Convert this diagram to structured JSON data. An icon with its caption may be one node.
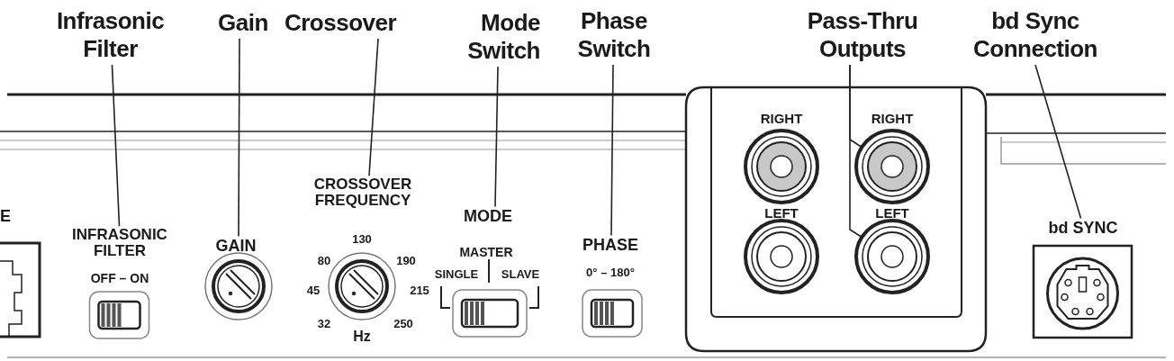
{
  "diagram": {
    "nodes": [
      {
        "text": [
          "Infrasonic Filter"
        ]
      },
      {
        "text": [
          "Gain"
        ]
      },
      {
        "text": [
          "Crossover"
        ]
      },
      {
        "text": [
          "Mode Switch"
        ]
      },
      {
        "text": [
          "Phase Switch"
        ]
      },
      {
        "text": [
          "Pass-Thru Outputs"
        ]
      },
      {
        "text": [
          "bd Sync Connection"
        ]
      },
      {
        "text": [],
        "shape": "switch",
        "beside": [
          "INFRASONIC FILTER",
          "OFF – ON"
        ]
      },
      {
        "text": [],
        "shape": "knob",
        "beside": [
          "GAIN"
        ]
      },
      {
        "text": [],
        "shape": "knob",
        "beside": [
          "CROSSOVER FREQUENCY",
          "130",
          "80",
          "190",
          "45",
          "215",
          "32",
          "Hz",
          "250"
        ]
      },
      {
        "text": [],
        "shape": "switch",
        "beside": [
          "MODE",
          "MASTER",
          "SINGLE",
          "SLAVE"
        ]
      },
      {
        "text": [],
        "shape": "switch",
        "beside": [
          "PHASE",
          "0° – 180°"
        ]
      },
      {
        "text": [],
        "shape": "jack",
        "beside": [
          "RIGHT"
        ]
      },
      {
        "text": [],
        "shape": "jack",
        "beside": [
          "LEFT"
        ]
      },
      {
        "text": [],
        "shape": "connector",
        "beside": [
          "bd SYNC"
        ]
      }
    ],
    "edges": [
      {
        "from": 0,
        "to": 7,
        "arrow": "none"
      },
      {
        "from": 1,
        "to": 8,
        "arrow": "none"
      },
      {
        "from": 2,
        "to": 9,
        "arrow": "none"
      },
      {
        "from": 3,
        "to": 10,
        "arrow": "none"
      },
      {
        "from": 4,
        "to": 11,
        "arrow": "none"
      },
      {
        "from": 5,
        "to": 12,
        "arrow": "none"
      },
      {
        "from": 5,
        "to": 13,
        "arrow": "none"
      },
      {
        "from": 6,
        "to": 14,
        "arrow": "none"
      }
    ],
    "labels": [
      "E",
      "RIGHT",
      "LEFT"
    ]
  }
}
